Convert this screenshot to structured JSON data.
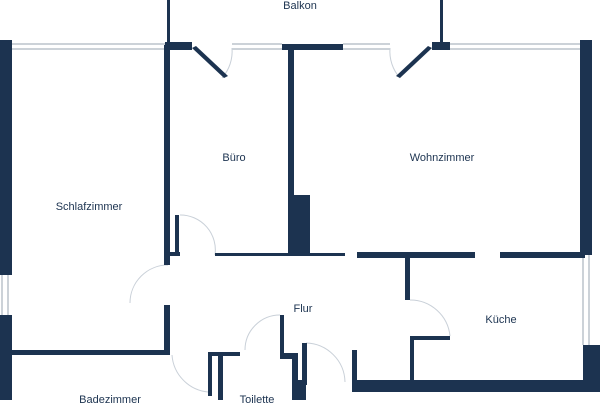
{
  "colors": {
    "wall": "#1c3350",
    "window": "#9aa5b1",
    "door_swing": "#c9d0d8"
  },
  "rooms": [
    {
      "id": "balkon",
      "label": "Balkon"
    },
    {
      "id": "buero",
      "label": "Büro"
    },
    {
      "id": "wohnzimmer",
      "label": "Wohnzimmer"
    },
    {
      "id": "schlafzimmer",
      "label": "Schlafzimmer"
    },
    {
      "id": "flur",
      "label": "Flur"
    },
    {
      "id": "kueche",
      "label": "Küche"
    },
    {
      "id": "badezimmer",
      "label": "Badezimmer"
    },
    {
      "id": "toilette",
      "label": "Toilette"
    }
  ]
}
